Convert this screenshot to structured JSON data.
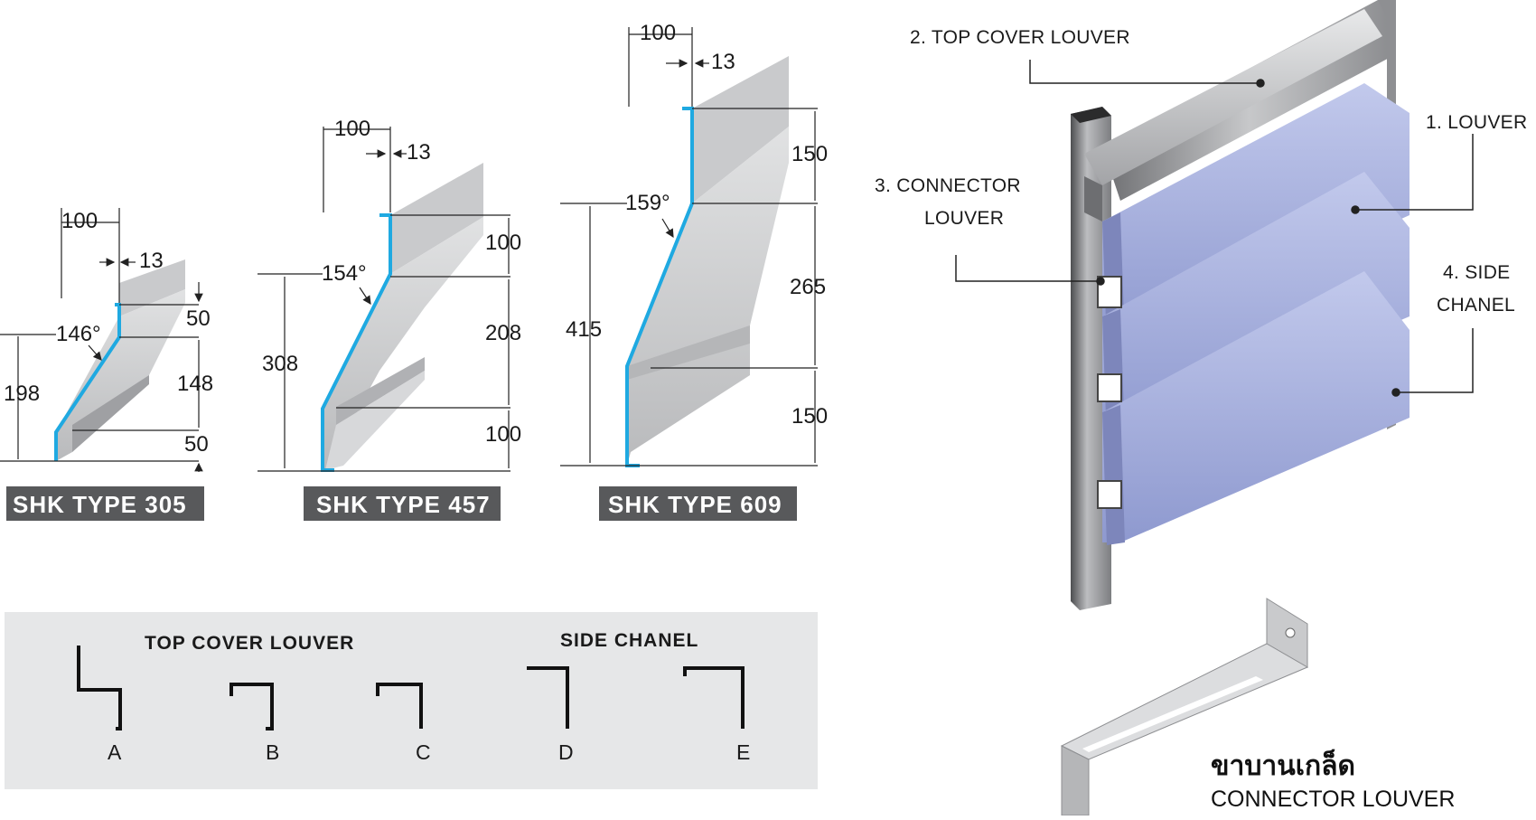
{
  "profiles": [
    {
      "id": "305",
      "badge": "SHK TYPE 305",
      "width": "100",
      "lip": "13",
      "angle": "146°",
      "dim_top": "50",
      "dim_mid": "148",
      "dim_bot": "50",
      "total": "198"
    },
    {
      "id": "457",
      "badge": "SHK TYPE 457",
      "width": "100",
      "lip": "13",
      "angle": "154°",
      "dim_top": "100",
      "dim_mid": "208",
      "dim_bot": "100",
      "total": "308"
    },
    {
      "id": "609",
      "badge": "SHK TYPE 609",
      "width": "100",
      "lip": "13",
      "angle": "159°",
      "dim_top": "150",
      "dim_mid": "265",
      "dim_bot": "150",
      "total": "415"
    }
  ],
  "legend": {
    "top_cover_title": "TOP COVER LOUVER",
    "side_chanel_title": "SIDE CHANEL",
    "letters": [
      "A",
      "B",
      "C",
      "D",
      "E"
    ]
  },
  "assembly": {
    "callouts": {
      "top_cover": "2. TOP COVER LOUVER",
      "louver": "1. LOUVER",
      "connector_line1": "3. CONNECTOR",
      "connector_line2": "LOUVER",
      "side_line1": "4. SIDE",
      "side_line2": "CHANEL"
    }
  },
  "connector": {
    "thai_label": "ขาบานเกล็ด",
    "english_label": "CONNECTOR LOUVER"
  },
  "colors": {
    "profile_edge": "#1fa9e1",
    "badge_bg": "#58595b",
    "legend_bg": "#e6e7e8",
    "louver_blade": "#a9b3e0",
    "steel": "#a7a9ac"
  }
}
